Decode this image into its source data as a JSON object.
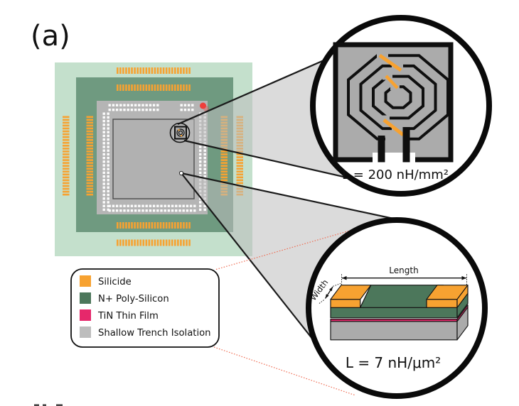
{
  "figure_label": "(a)",
  "chip": {
    "marker_color": "#EF3F3B"
  },
  "insets": {
    "inductor": {
      "caption": "L = 200 nH/mm²"
    },
    "thin_film": {
      "caption": "L = 7 nH/μm²",
      "length_label": "Length",
      "width_label": "Width",
      "layer_colors": {
        "silicide": "#F7A231",
        "poly": "#4C775B",
        "tin": "#E6286B",
        "substrate": "#ABABAB"
      }
    }
  },
  "legend": {
    "items": [
      {
        "label": "Silicide",
        "color": "#F7A231"
      },
      {
        "label": "N+ Poly-Silicon",
        "color": "#4C775B"
      },
      {
        "label": "TiN Thin Film",
        "color": "#E6286B"
      },
      {
        "label": "Shallow Trench Isolation",
        "color": "#BDBDBD"
      }
    ]
  }
}
